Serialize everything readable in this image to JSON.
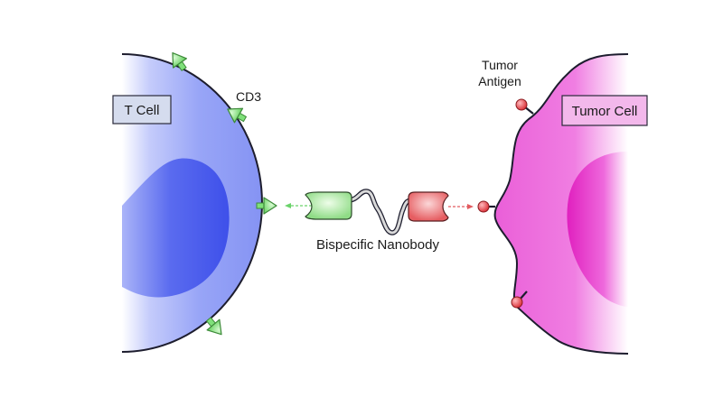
{
  "labels": {
    "t_cell": "T Cell",
    "cd3": "CD3",
    "tumor_antigen_line1": "Tumor",
    "tumor_antigen_line2": "Antigen",
    "tumor_cell": "Tumor Cell",
    "nanobody": "Bispecific Nanobody"
  },
  "colors": {
    "t_cell_fill": "#8f9cf5",
    "t_cell_nucleus": "#4a5cec",
    "tumor_cell_fill": "#ee6fdf",
    "tumor_cell_nucleus": "#e021c0",
    "cd3_receptor": "#7fe07a",
    "antigen": "#e8434a",
    "nanobody_green": "#a6ea9e",
    "nanobody_red": "#ee6f72"
  }
}
